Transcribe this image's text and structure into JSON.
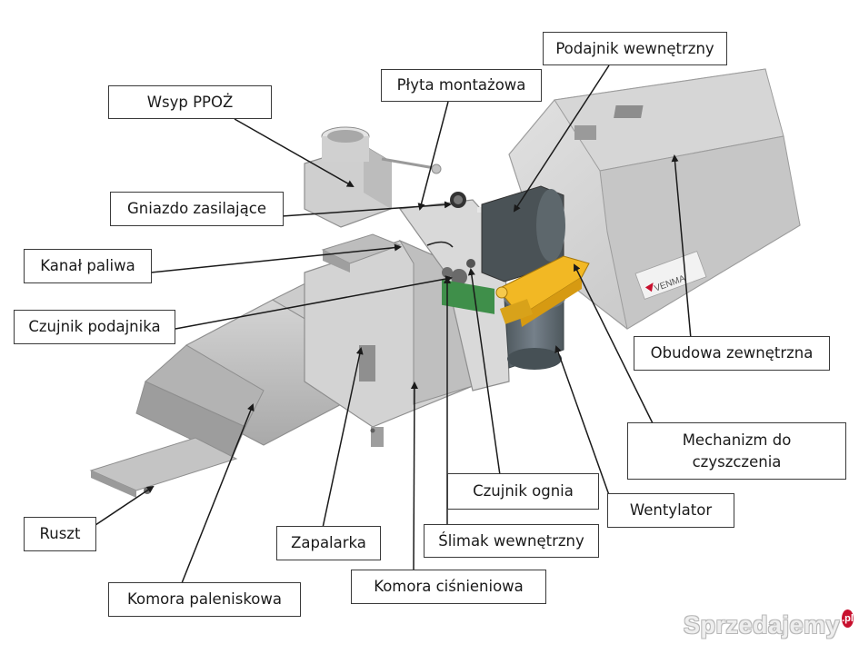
{
  "labels": {
    "wsyp_ppoz": "Wsyp PPOŻ",
    "plyta_montazowa": "Płyta montażowa",
    "podajnik_wewnetrzny": "Podajnik wewnętrzny",
    "gniazdo_zasilajace": "Gniazdo zasilające",
    "kanal_paliwa": "Kanał paliwa",
    "czujnik_podajnika": "Czujnik podajnika",
    "obudowa_zewnetrzna": "Obudowa zewnętrzna",
    "mechanizm_line1": "Mechanizm do",
    "mechanizm_line2": "czyszczenia",
    "czujnik_ognia": "Czujnik ognia",
    "wentylator": "Wentylator",
    "ruszt": "Ruszt",
    "zapalarka": "Zapalarka",
    "slimak_wewnetrzny": "Ślimak wewnętrzny",
    "komora_paleniskowa": "Komora paleniskowa",
    "komora_cisnieniowa": "Komora ciśnieniowa"
  },
  "brand_plate": "VENMA",
  "watermark": {
    "text": "Sprzedajemy",
    "badge": ".pl"
  },
  "colors": {
    "steel_light": "#d9d9d9",
    "steel_mid": "#bdbdbd",
    "steel_dark": "#8f8f8f",
    "housing": "#cfcfcf",
    "fan_gray": "#5f6a70",
    "motor_dark": "#4a5256",
    "cleaning_yellow": "#f2b824",
    "pcb_green": "#3f8f4a",
    "brand_red": "#c8102e"
  }
}
